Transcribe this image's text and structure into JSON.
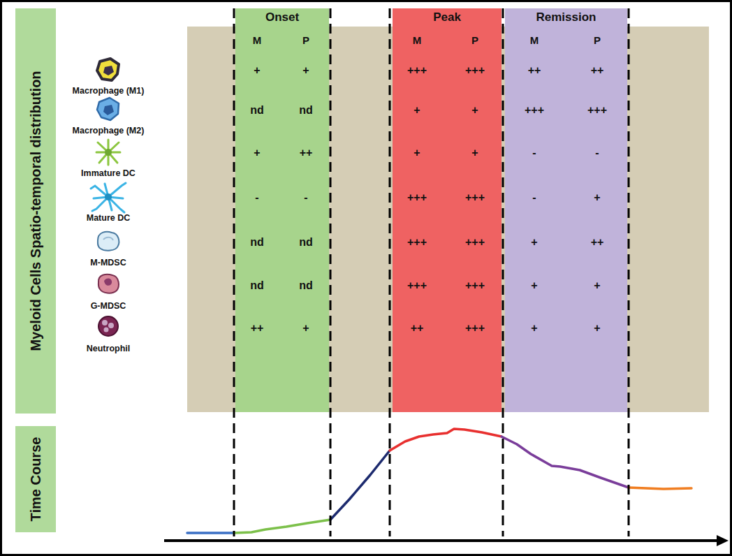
{
  "diagram": {
    "nodes": [
      {
        "text": [
          "Myeloid Cells Spatio-temporal distribution"
        ]
      },
      {
        "text": [
          "Time Course"
        ]
      },
      {
        "text": [
          "Onset"
        ]
      },
      {
        "text": [
          "Peak"
        ]
      },
      {
        "text": [
          "Remission"
        ]
      }
    ],
    "labels": [
      "M",
      "P",
      "M",
      "P",
      "M",
      "P",
      "Macrophage (M1)",
      "+",
      "+",
      "+++",
      "+++",
      "++",
      "++",
      "Macrophage (M2)",
      "nd",
      "nd",
      "+",
      "+",
      "+++",
      "+++",
      "Immature DC",
      "+",
      "++",
      "+",
      "+",
      "-",
      "-",
      "Mature DC",
      "-",
      "-",
      "+++",
      "+++",
      "-",
      "+",
      "M-MDSC",
      "nd",
      "nd",
      "+++",
      "+++",
      "+",
      "++",
      "G-MDSC",
      "nd",
      "nd",
      "+++",
      "+++",
      "+",
      "+",
      "Neutrophil",
      "++",
      "+",
      "++",
      "+++",
      "+",
      "+"
    ]
  }
}
